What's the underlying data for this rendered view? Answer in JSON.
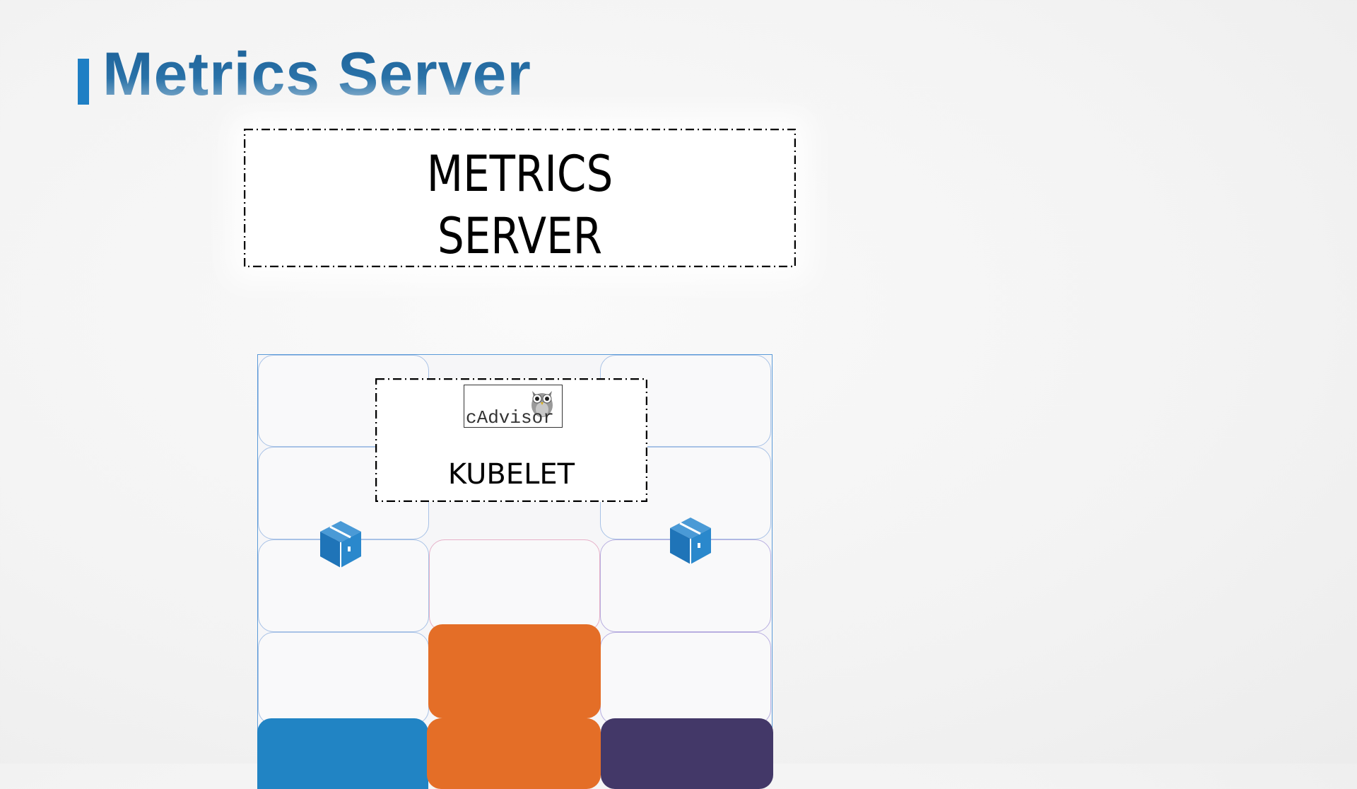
{
  "slide": {
    "title": "Metrics Server",
    "metrics_server_box": {
      "line1": "METRICS",
      "line2": "SERVER"
    },
    "node": {
      "kubelet_label": "KUBELET",
      "cadvisor_logo_text": "cAdvisor",
      "icons": [
        "pod-cube-icon",
        "pod-cube-icon"
      ],
      "block_colors": {
        "blue": "#2184c4",
        "orange": "#e46e27",
        "purple": "#433868"
      }
    },
    "accent_color": "#1f7fc4"
  }
}
